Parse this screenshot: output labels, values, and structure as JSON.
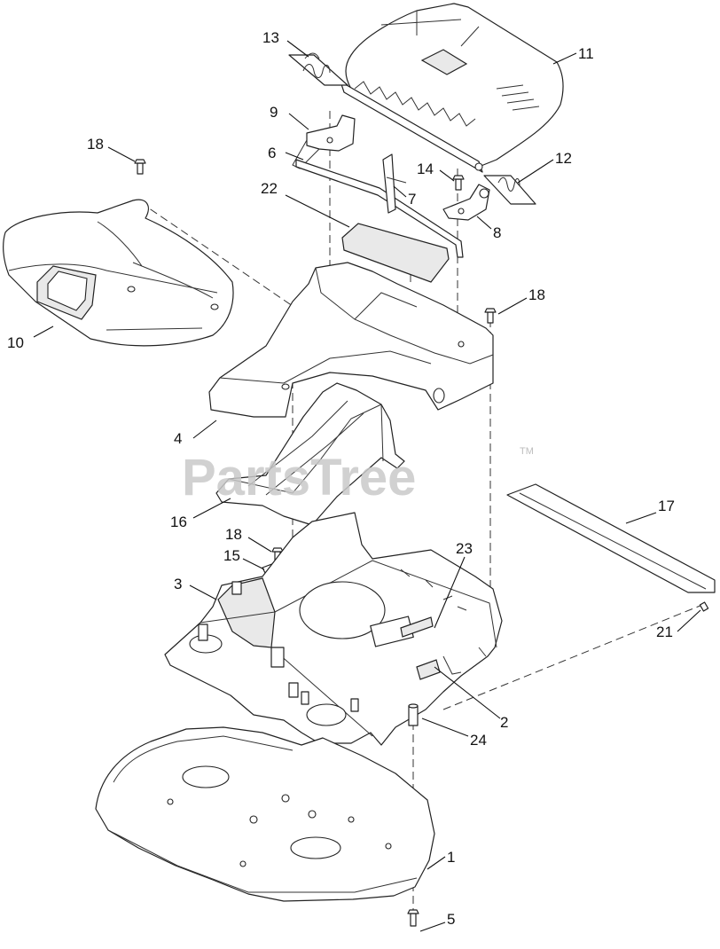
{
  "watermark": {
    "text": "PartsTree",
    "tm": "TM"
  },
  "callouts": [
    {
      "id": "1",
      "label": "1"
    },
    {
      "id": "2",
      "label": "2"
    },
    {
      "id": "3",
      "label": "3"
    },
    {
      "id": "4",
      "label": "4"
    },
    {
      "id": "5",
      "label": "5"
    },
    {
      "id": "6",
      "label": "6"
    },
    {
      "id": "7",
      "label": "7"
    },
    {
      "id": "8",
      "label": "8"
    },
    {
      "id": "9",
      "label": "9"
    },
    {
      "id": "10",
      "label": "10"
    },
    {
      "id": "11",
      "label": "11"
    },
    {
      "id": "12",
      "label": "12"
    },
    {
      "id": "13",
      "label": "13"
    },
    {
      "id": "14",
      "label": "14"
    },
    {
      "id": "15",
      "label": "15"
    },
    {
      "id": "16",
      "label": "16"
    },
    {
      "id": "17",
      "label": "17"
    },
    {
      "id": "18",
      "label": "18"
    },
    {
      "id": "21",
      "label": "21"
    },
    {
      "id": "22",
      "label": "22"
    },
    {
      "id": "23",
      "label": "23"
    },
    {
      "id": "24",
      "label": "24"
    }
  ]
}
